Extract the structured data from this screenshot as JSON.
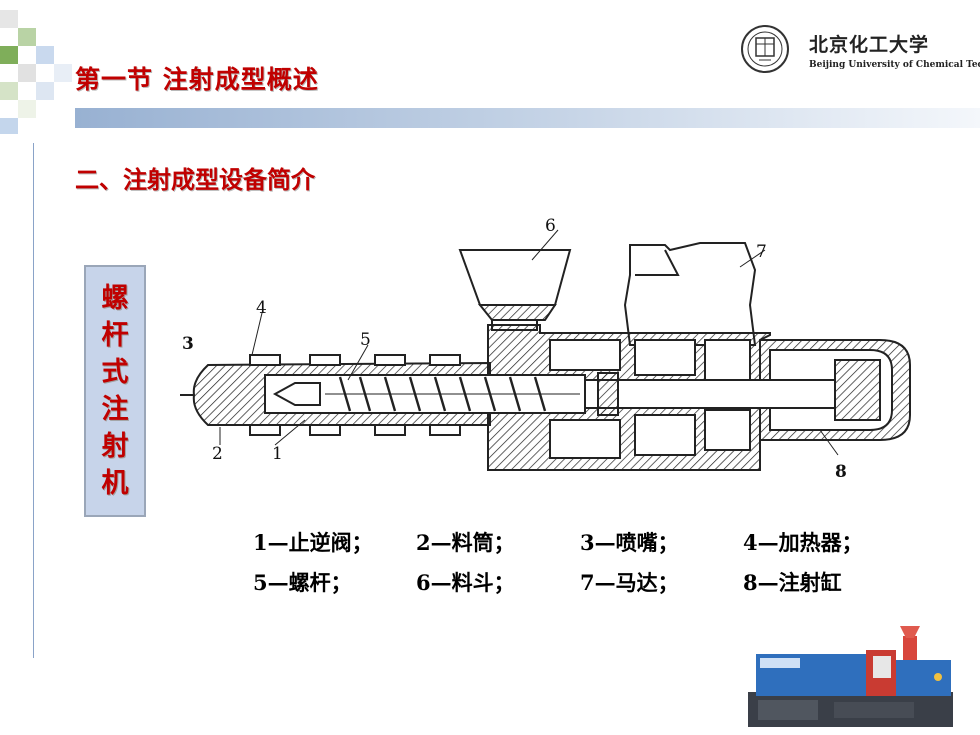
{
  "title": "第一节  注射成型概述",
  "logo": {
    "name_cn": "北京化工大学",
    "name_en": "Beijing University of Chemical Technology"
  },
  "subtitle": "二、注射成型设备简介",
  "side_label": [
    "螺",
    "杆",
    "式",
    "注",
    "射",
    "机"
  ],
  "diagram": {
    "numbers": [
      "1",
      "2",
      "3",
      "4",
      "5",
      "6",
      "7",
      "8"
    ]
  },
  "legend": [
    "1—止逆阀；",
    "2—料筒；",
    "3—喷嘴；",
    "4—加热器；",
    "5—螺杆；",
    "6—料斗；",
    "7—马达；",
    "8—注射缸"
  ],
  "colors": {
    "accent_red": "#c00000",
    "bar_blue": "#98b1d2",
    "box_fill": "#c7d4ea"
  }
}
